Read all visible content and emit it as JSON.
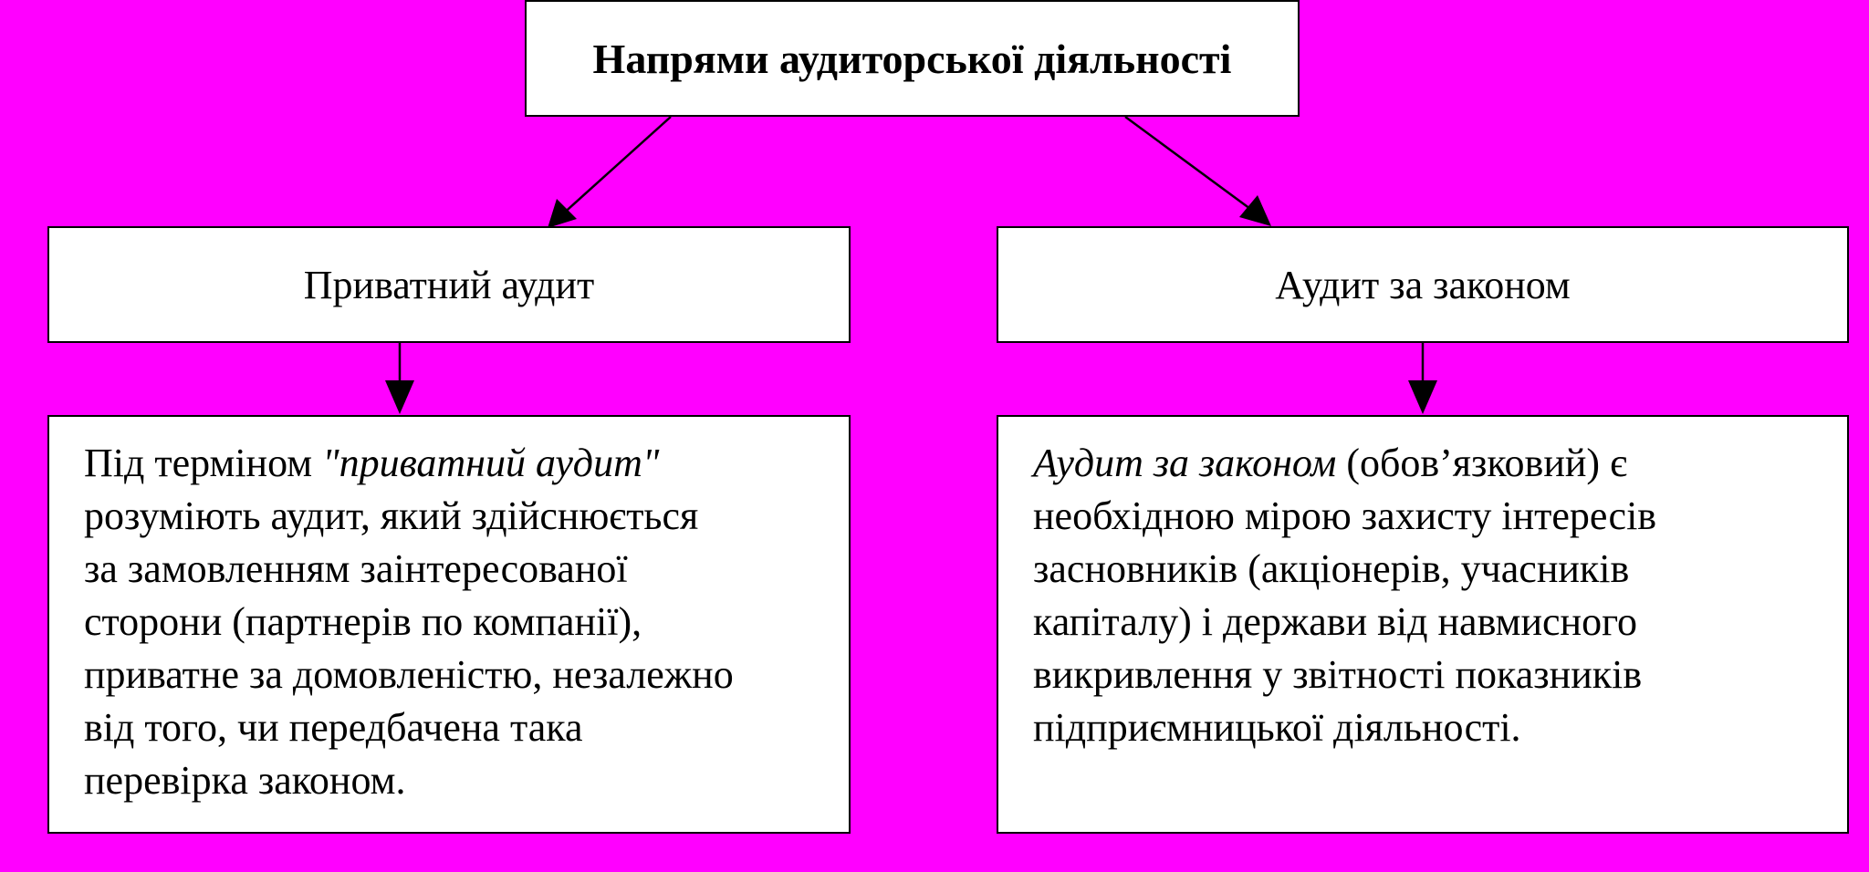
{
  "diagram": {
    "title": "Напрями аудиторської діяльності",
    "nodes": {
      "private": {
        "heading": "Приватний аудит",
        "desc_lead": "Під терміном ",
        "desc_term": "\"приватний аудит\"",
        "desc_lines": [
          "розуміють аудит, який здійснюється",
          "за замовленням заінтересованої",
          "сторони (партнерів по компанії),",
          "приватне за домовленістю, незалежно",
          "від того, чи передбачена така",
          "перевірка законом."
        ]
      },
      "statutory": {
        "heading": "Аудит за законом",
        "desc_term": "Аудит за законом",
        "desc_lead": " (обов’язковий) є",
        "desc_lines": [
          "необхідною мірою захисту інтересів",
          "засновників (акціонерів, учасників",
          "капіталу) і держави від навмисного",
          "викривлення у звітності показників",
          "підприємницької діяльності."
        ]
      }
    },
    "edges": [
      {
        "from": "title",
        "to": "private"
      },
      {
        "from": "title",
        "to": "statutory"
      },
      {
        "from": "private",
        "to": "private-desc"
      },
      {
        "from": "statutory",
        "to": "statutory-desc"
      }
    ]
  },
  "colors": {
    "background": "#ff00ff",
    "box_fill": "#ffffff",
    "stroke": "#000000"
  }
}
